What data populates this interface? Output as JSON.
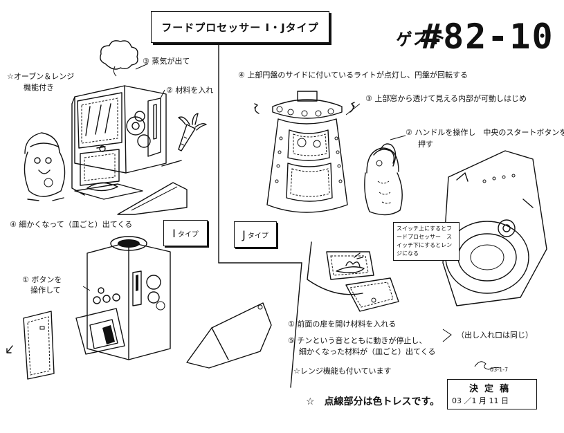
{
  "sheet": {
    "title": "フードプロセッサー I・Jタイプ",
    "guest_label": "ゲスト",
    "guest_number": "#82-10",
    "footer_note": "☆　点線部分は色トレスです。",
    "signature": "03-1-7",
    "stamp": {
      "label": "決定稿",
      "date": "03 ／1 月 11 日"
    }
  },
  "i_type": {
    "label": "I",
    "label_suffix": "タイプ",
    "notes": {
      "oven_range": "☆オーブン＆レンジ",
      "oven_range_2": "機能付き",
      "step3_steam": "③ 蒸気が出て",
      "step2_ingredients": "② 材料を入れ",
      "step4_dish": "④ 細かくなって（皿ごと）出てくる",
      "step1_button": "① ボタンを",
      "step1_button_2": "操作して"
    }
  },
  "j_type": {
    "label": "J",
    "label_suffix": "タイプ",
    "notes": {
      "step4_top": "④ 上部円盤のサイドに付いているライトが点灯し、円盤が回転する",
      "step3_window": "③ 上部窓から透けて見える内部が可動しはじめ",
      "step2_handle": "② ハンドルを操作し　中央のスタートボタンを",
      "step2_handle_2": "押す",
      "callout": "スイッチ上にするとフードプロセッサー　スイッチ下にするとレンジになる",
      "step1_door": "① 前面の扉を開け材料を入れる",
      "step5_chime": "⑤ チンという音とともに動きが停止し、",
      "step5_chime_2": "細かくなった材料が（皿ごと）出てくる",
      "range_note": "☆レンジ機能も付いています",
      "outlet_note": "（出し入れ口は同じ）"
    }
  }
}
